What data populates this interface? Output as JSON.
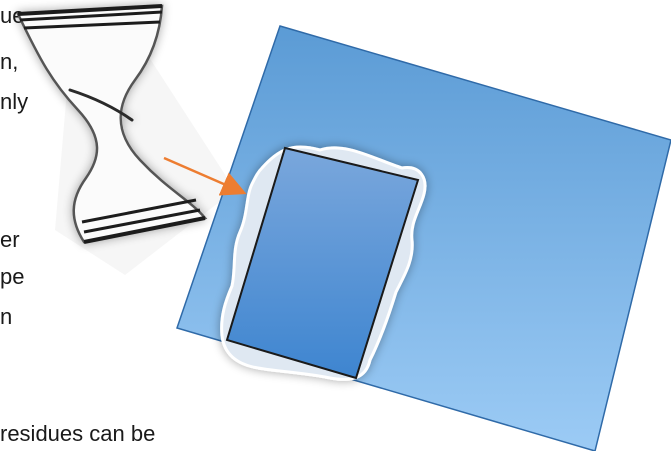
{
  "text_fragments": [
    "ue",
    "n,",
    "nly",
    "er",
    "pe",
    "n",
    "residues can be"
  ],
  "colors": {
    "slide_top": "#5b9bd5",
    "slide_bottom": "#9ccbf5",
    "slide_border": "#2f6aa8",
    "film_top": "#7aa7dc",
    "film_bottom": "#3e85d0",
    "film_border": "#1a1a1a",
    "residue": "#dfe8f2",
    "arrow": "#ed7d31",
    "tape_band": "#1e1e1e",
    "tape_outline": "#555555"
  },
  "icons": {
    "tape": "adhesive-tape-strip",
    "arrow": "pointer-arrow"
  }
}
